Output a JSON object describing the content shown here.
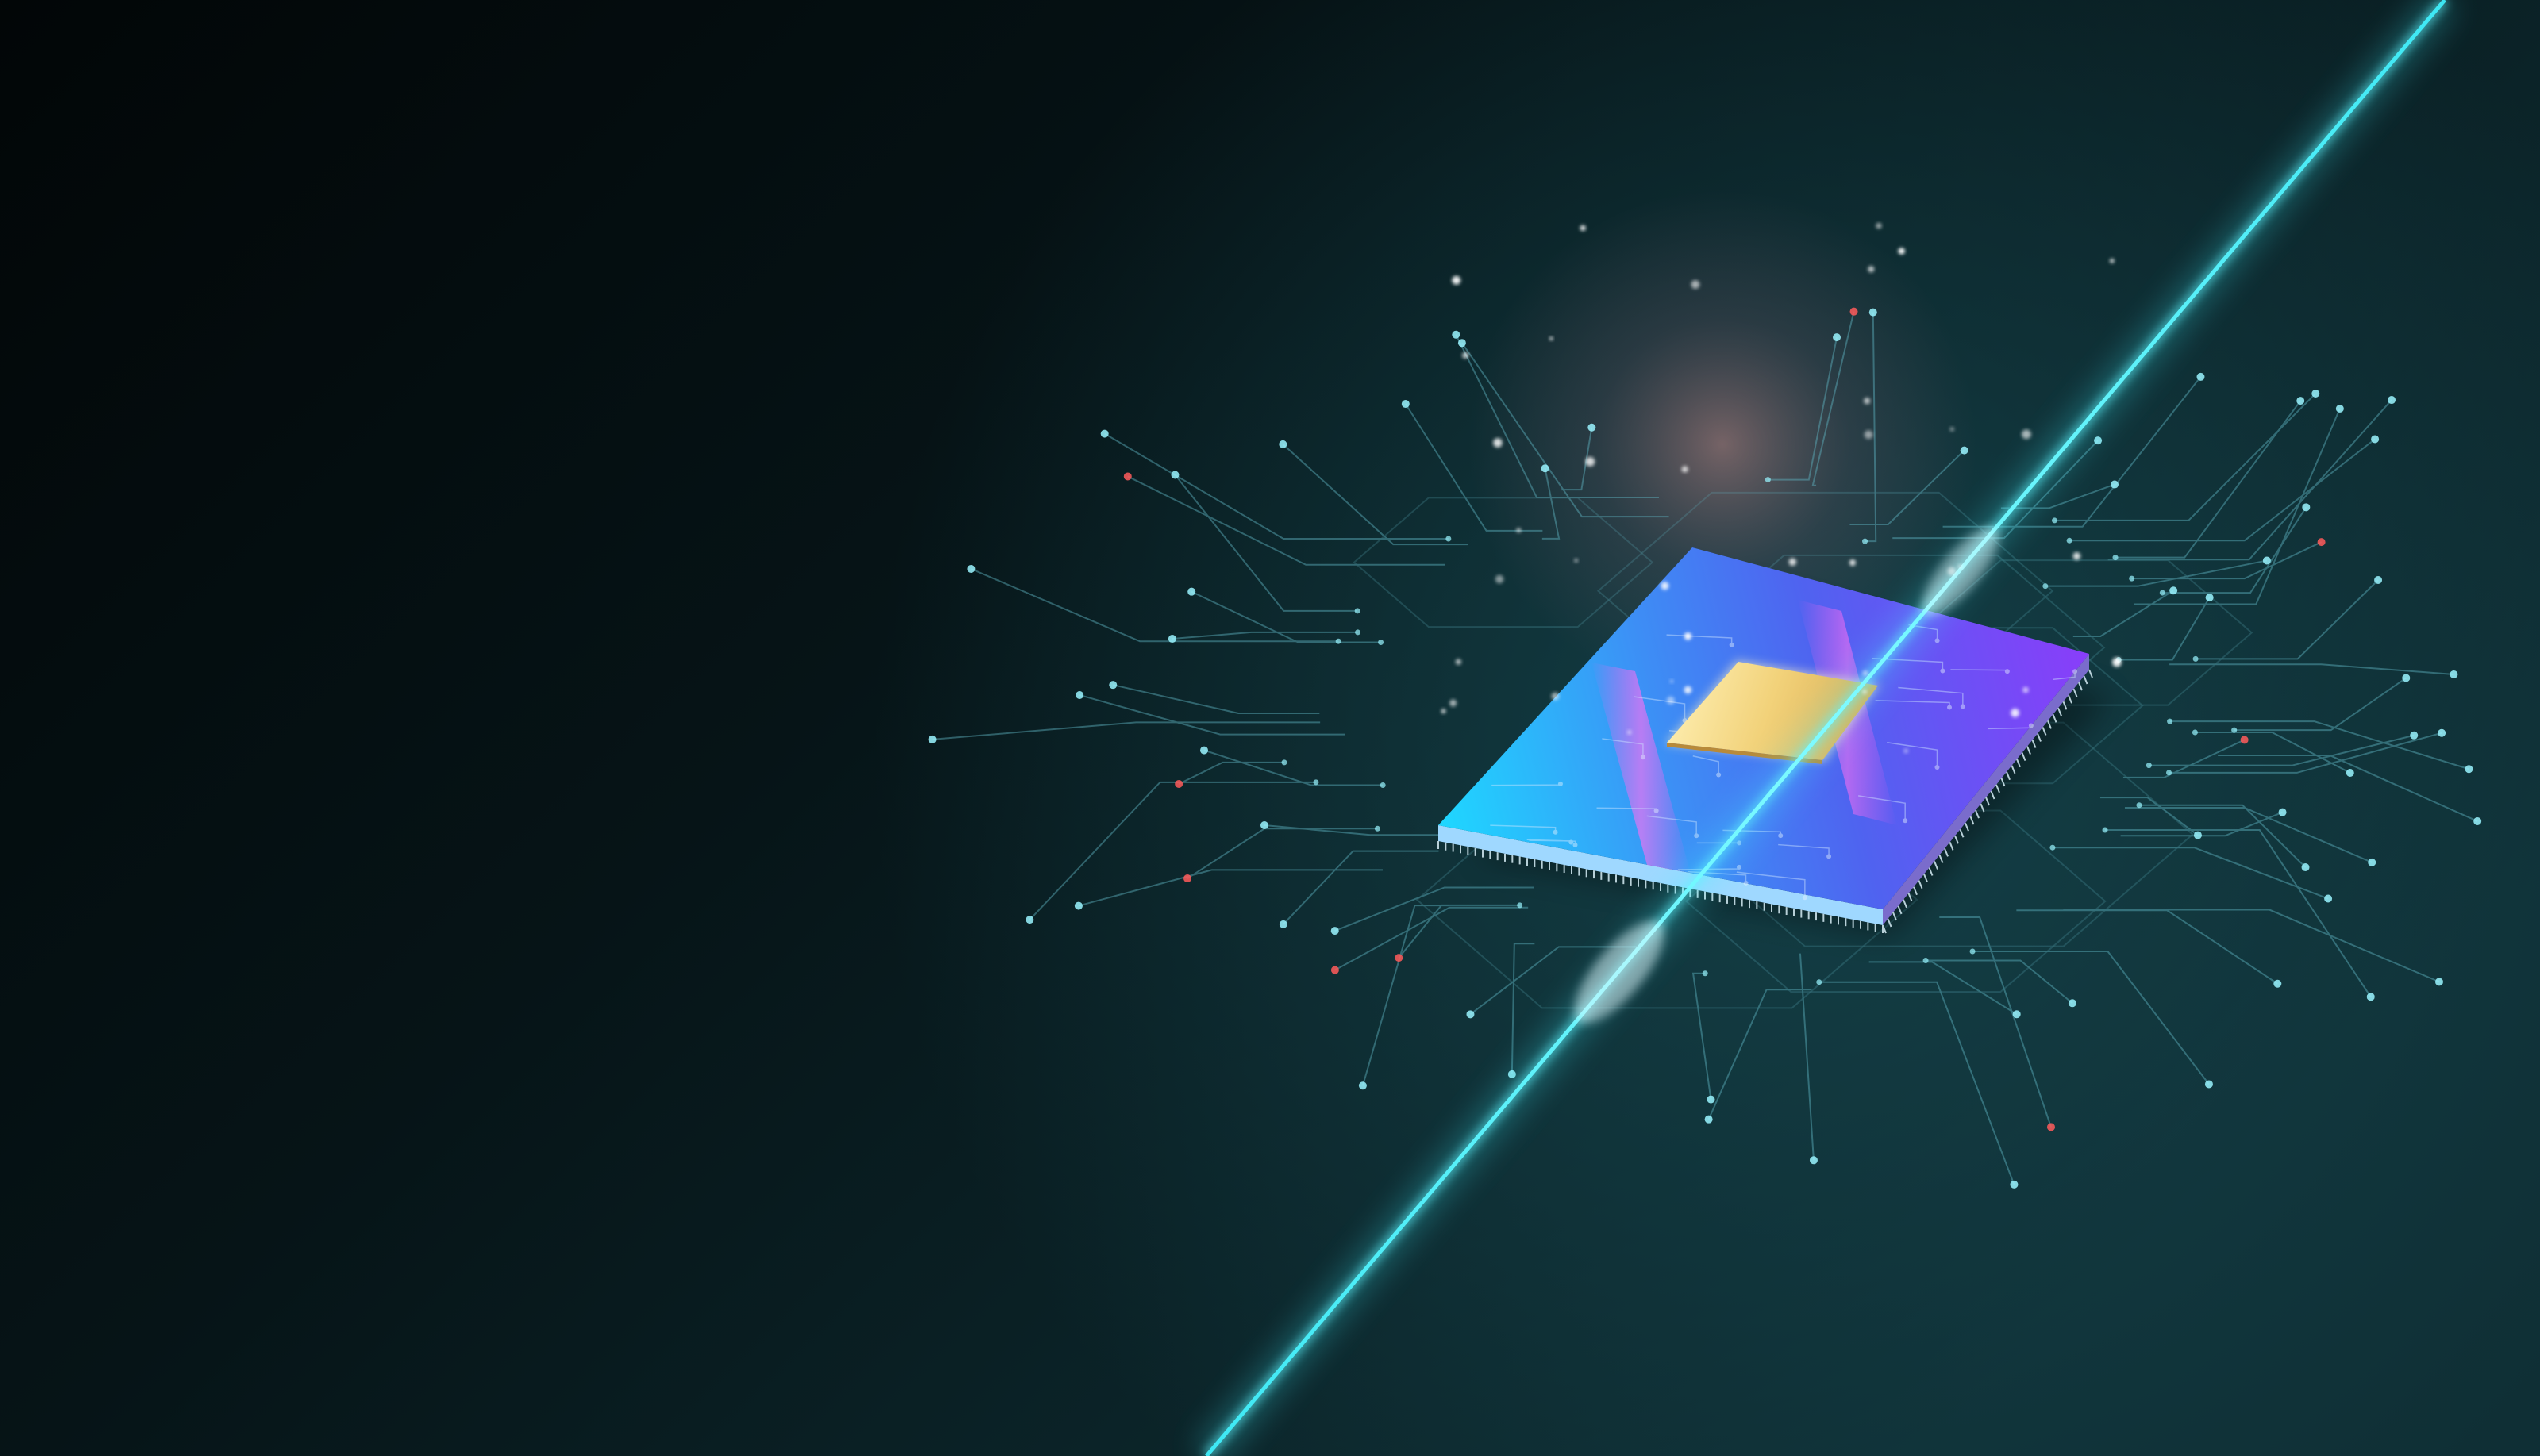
{
  "scene": {
    "subject": "isometric-processor-chip",
    "colors": {
      "background_dark": "#03090b",
      "background_teal": "#0e2d33",
      "laser_beam": "#3ff2ff",
      "chip_cyan": "#1fd6ff",
      "chip_blue": "#3d63f2",
      "chip_purple": "#8a3dfa",
      "chip_magenta_stripe": "#ff5cf0",
      "die_gold": "#f2d27a",
      "circuit_line": "#5fb4c2",
      "circuit_node": "#9af5ff",
      "circuit_node_red": "#ff5a5a",
      "glow_warm": "#c98a8a"
    },
    "icons": {
      "chip": "cpu-chip-icon",
      "beam": "laser-beam",
      "circuit": "circuit-trace"
    }
  }
}
